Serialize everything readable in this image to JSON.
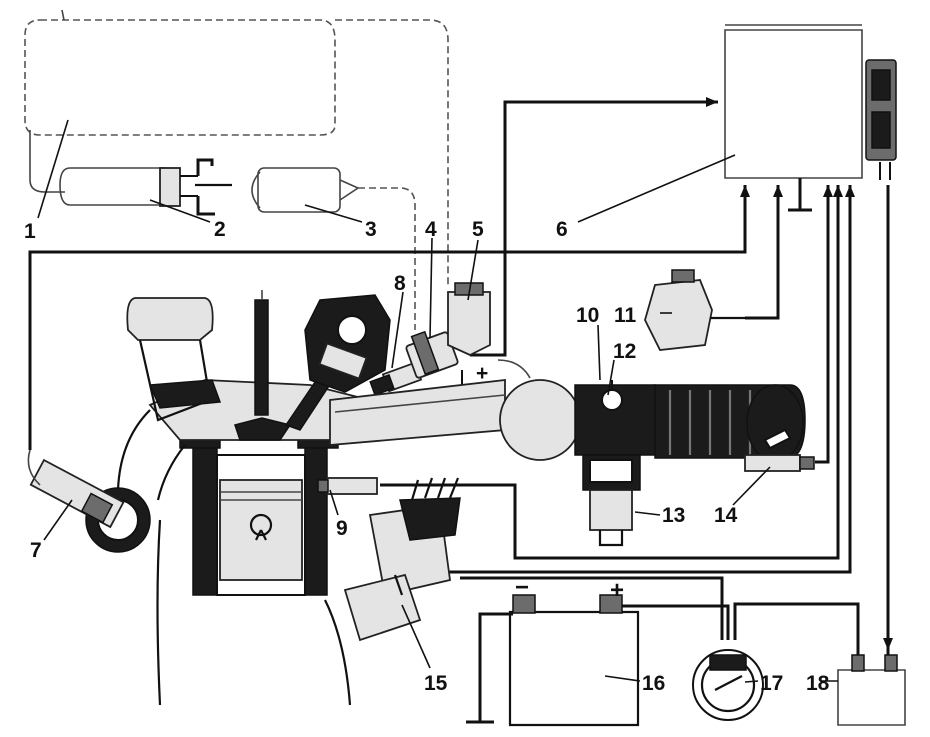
{
  "diagram": {
    "callouts": [
      {
        "id": "1",
        "text": "1"
      },
      {
        "id": "2",
        "text": "2"
      },
      {
        "id": "3",
        "text": "3"
      },
      {
        "id": "4",
        "text": "4"
      },
      {
        "id": "5",
        "text": "5"
      },
      {
        "id": "6",
        "text": "6"
      },
      {
        "id": "7",
        "text": "7"
      },
      {
        "id": "8",
        "text": "8"
      },
      {
        "id": "9",
        "text": "9"
      },
      {
        "id": "10",
        "text": "10"
      },
      {
        "id": "11",
        "text": "11"
      },
      {
        "id": "12",
        "text": "12"
      },
      {
        "id": "13",
        "text": "13"
      },
      {
        "id": "14",
        "text": "14"
      },
      {
        "id": "15",
        "text": "15"
      },
      {
        "id": "16",
        "text": "16"
      },
      {
        "id": "17",
        "text": "17"
      },
      {
        "id": "18",
        "text": "18"
      }
    ],
    "battery_terminals": {
      "negative": "−",
      "positive": "+"
    },
    "fuel_supply_sign": "+"
  }
}
